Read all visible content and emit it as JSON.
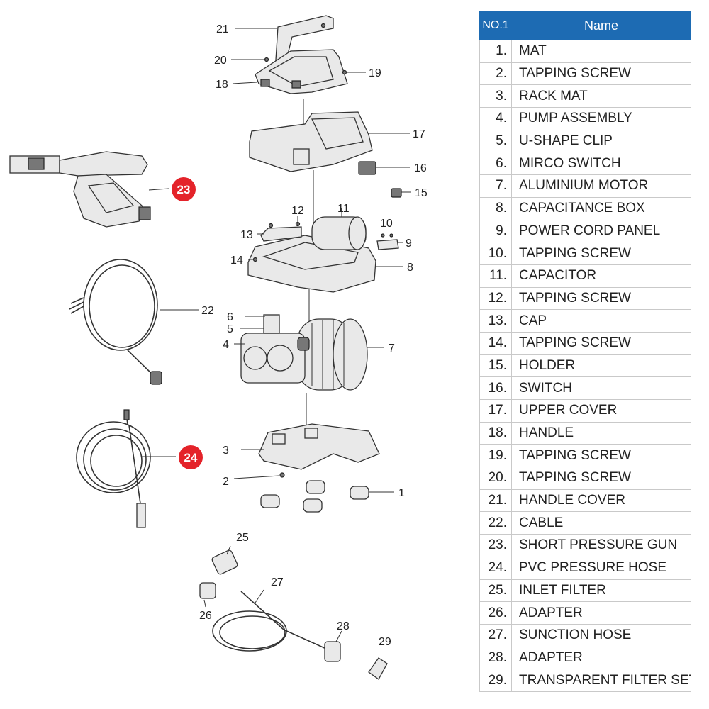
{
  "table": {
    "header_no": "NO.1",
    "header_name": "Name",
    "header_color": "#1d6bb3",
    "rows": [
      {
        "no": "1.",
        "name": "MAT"
      },
      {
        "no": "2.",
        "name": "TAPPING SCREW"
      },
      {
        "no": "3.",
        "name": "RACK MAT"
      },
      {
        "no": "4.",
        "name": "PUMP ASSEMBLY"
      },
      {
        "no": "5.",
        "name": "U-SHAPE CLIP"
      },
      {
        "no": "6.",
        "name": "MIRCO SWITCH"
      },
      {
        "no": "7.",
        "name": "ALUMINIUM MOTOR"
      },
      {
        "no": "8.",
        "name": "CAPACITANCE BOX"
      },
      {
        "no": "9.",
        "name": "POWER CORD PANEL"
      },
      {
        "no": "10.",
        "name": "TAPPING SCREW"
      },
      {
        "no": "11.",
        "name": "CAPACITOR"
      },
      {
        "no": "12.",
        "name": "TAPPING SCREW"
      },
      {
        "no": "13.",
        "name": "CAP"
      },
      {
        "no": "14.",
        "name": "TAPPING SCREW"
      },
      {
        "no": "15.",
        "name": "HOLDER"
      },
      {
        "no": "16.",
        "name": "SWITCH"
      },
      {
        "no": "17.",
        "name": "UPPER COVER"
      },
      {
        "no": "18.",
        "name": "HANDLE"
      },
      {
        "no": "19.",
        "name": "TAPPING SCREW"
      },
      {
        "no": "20.",
        "name": "TAPPING SCREW"
      },
      {
        "no": "21.",
        "name": "HANDLE COVER"
      },
      {
        "no": "22.",
        "name": "CABLE"
      },
      {
        "no": "23.",
        "name": "SHORT PRESSURE GUN"
      },
      {
        "no": "24.",
        "name": "PVC PRESSURE HOSE"
      },
      {
        "no": "25.",
        "name": "INLET FILTER"
      },
      {
        "no": "26.",
        "name": "ADAPTER"
      },
      {
        "no": "27.",
        "name": "SUNCTION HOSE"
      },
      {
        "no": "28.",
        "name": "ADAPTER"
      },
      {
        "no": "29.",
        "name": "TRANSPARENT FILTER SET"
      }
    ]
  },
  "callouts": {
    "c1": "1",
    "c2": "2",
    "c3": "3",
    "c4": "4",
    "c5": "5",
    "c6": "6",
    "c7": "7",
    "c8": "8",
    "c9": "9",
    "c10": "10",
    "c11": "11",
    "c12": "12",
    "c13": "13",
    "c14": "14",
    "c15": "15",
    "c16": "16",
    "c17": "17",
    "c18": "18",
    "c19": "19",
    "c20": "20",
    "c21": "21",
    "c22": "22",
    "c23": "23",
    "c24": "24",
    "c25": "25",
    "c26": "26",
    "c27": "27",
    "c28": "28",
    "c29": "29"
  },
  "badge_color": "#e4232a"
}
